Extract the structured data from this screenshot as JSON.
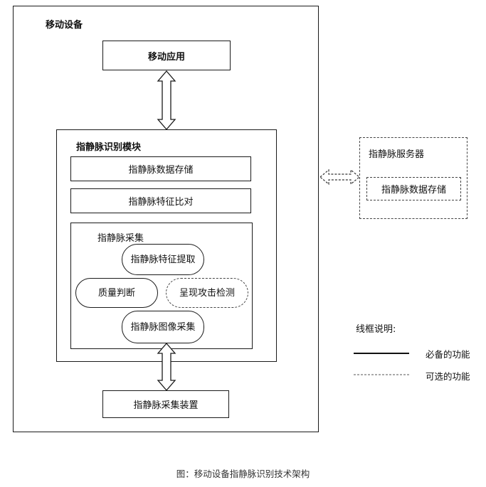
{
  "diagram": {
    "mobile_device": {
      "label": "移动设备"
    },
    "mobile_app": {
      "label": "移动应用"
    },
    "recognition_module": {
      "label": "指静脉识别模块",
      "data_storage": "指静脉数据存储",
      "feature_comparison": "指静脉特征比对",
      "collection": {
        "label": "指静脉采集",
        "feature_extraction": "指静脉特征提取",
        "quality_judgment": "质量判断",
        "liveness_detection": "呈现攻击检测",
        "image_capture": "指静脉图像采集"
      }
    },
    "capture_device": {
      "label": "指静脉采集装置"
    },
    "server": {
      "label": "指静脉服务器",
      "data_storage": "指静脉数据存储"
    },
    "legend": {
      "title": "线框说明:",
      "solid": "必备的功能",
      "dashed": "可选的功能"
    }
  },
  "caption": "图：移动设备指静脉识别技术架构"
}
